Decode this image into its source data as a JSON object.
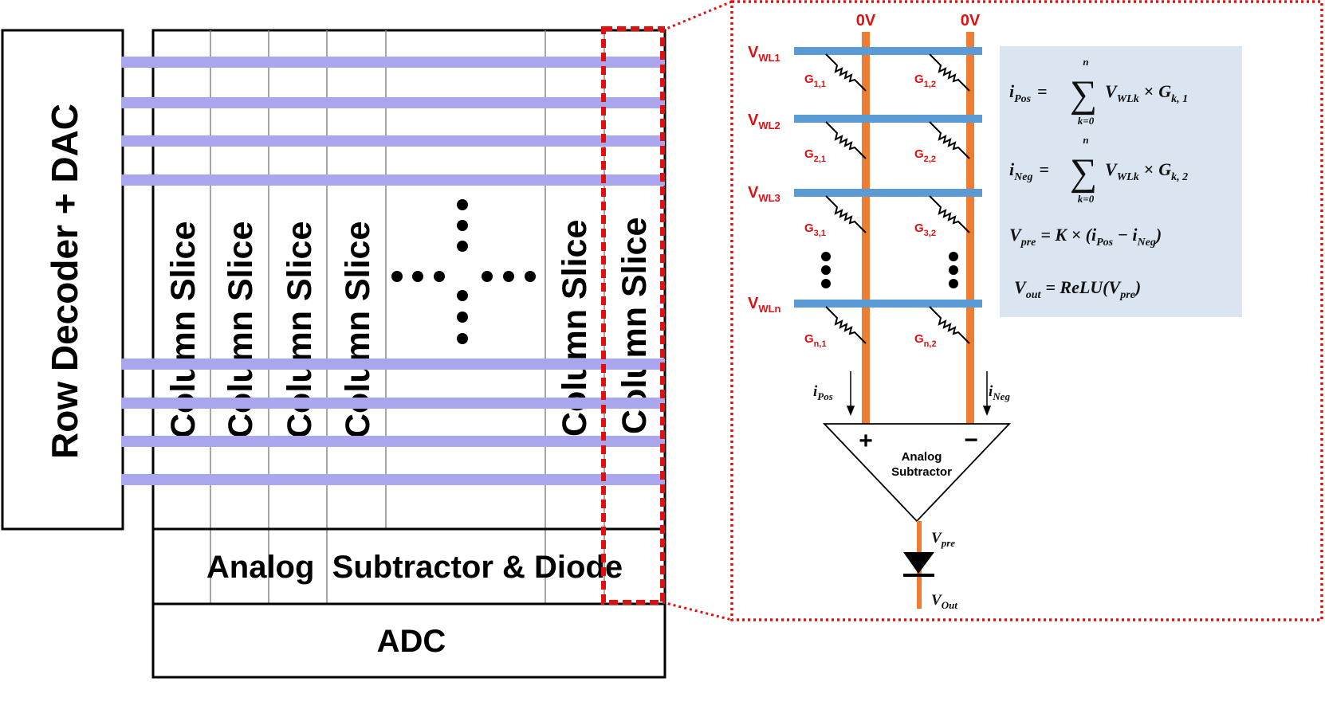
{
  "diagram": {
    "row_decoder_label": "Row Decoder + DAC",
    "column_slice_label": "Column Slice",
    "subtractor_block_label": "Analog  Subtractor & Diode",
    "adc_label": "ADC",
    "detail": {
      "bitline_voltages": [
        "0V",
        "0V"
      ],
      "wordlines": [
        {
          "main": "V",
          "sub": "WL1"
        },
        {
          "main": "V",
          "sub": "WL2"
        },
        {
          "main": "V",
          "sub": "WL3"
        },
        {
          "main": "V",
          "sub": "WLn"
        }
      ],
      "conductances_col1": [
        {
          "main": "G",
          "sub": "1,1"
        },
        {
          "main": "G",
          "sub": "2,1"
        },
        {
          "main": "G",
          "sub": "3,1"
        },
        {
          "main": "G",
          "sub": "n,1"
        }
      ],
      "conductances_col2": [
        {
          "main": "G",
          "sub": "1,2"
        },
        {
          "main": "G",
          "sub": "2,2"
        },
        {
          "main": "G",
          "sub": "3,2"
        },
        {
          "main": "G",
          "sub": "n,2"
        }
      ],
      "i_pos": {
        "main": "i",
        "sub": "Pos"
      },
      "i_neg": {
        "main": "i",
        "sub": "Neg"
      },
      "plus_sign": "+",
      "minus_sign": "−",
      "subtractor_line1": "Analog",
      "subtractor_line2": "Subtractor",
      "v_pre": {
        "main": "V",
        "sub": "pre"
      },
      "v_out": {
        "main": "V",
        "sub": "Out"
      }
    },
    "equations": {
      "eq1": {
        "lhs_main": "i",
        "lhs_sub": "Pos",
        "eq": "=",
        "upper": "n",
        "lower": "k=0",
        "v_main": "V",
        "v_sub": "WLk",
        "times": "×",
        "g_main": "G",
        "g_sub": "k, 1"
      },
      "eq2": {
        "lhs_main": "i",
        "lhs_sub": "Neg",
        "eq": "=",
        "upper": "n",
        "lower": "k=0",
        "v_main": "V",
        "v_sub": "WLk",
        "times": "×",
        "g_main": "G",
        "g_sub": "k, 2"
      },
      "eq3": {
        "lhs_main": "V",
        "lhs_sub": "pre",
        "rhs1": "= K × (",
        "i1_main": "i",
        "i1_sub": "Pos",
        "minus": " − ",
        "i2_main": "i",
        "i2_sub": "Neg",
        "close": ")"
      },
      "eq4": {
        "lhs_main": "V",
        "lhs_sub": "out",
        "rhs1": "= ReLU(",
        "v_main": "V",
        "v_sub": "pre",
        "close": ")"
      }
    }
  }
}
